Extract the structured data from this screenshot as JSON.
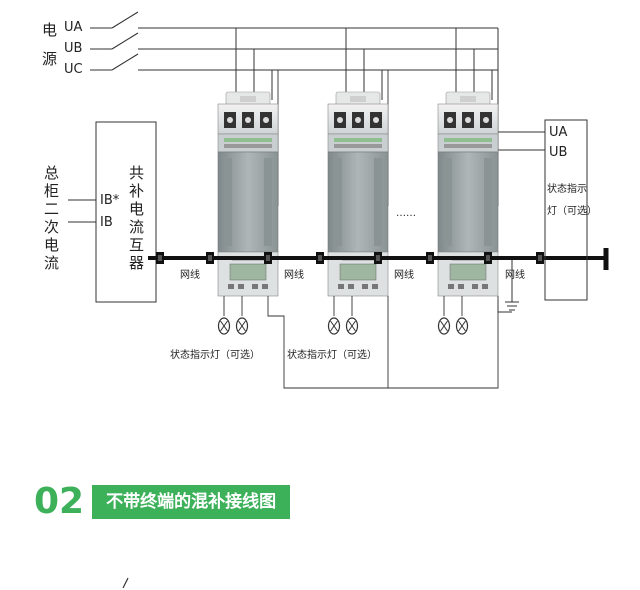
{
  "source": {
    "label_chars": [
      "电",
      "源"
    ],
    "phases": [
      "UA",
      "UB",
      "UC"
    ]
  },
  "left_panel": {
    "vertical_text": [
      "总",
      "柜",
      "二",
      "次",
      "电",
      "流"
    ],
    "ib_star": "IB*",
    "ib": "IB",
    "ct_text": [
      "共",
      "补",
      "电",
      "流",
      "互",
      "器"
    ]
  },
  "network_label": "网线",
  "dots": "……",
  "right_panel": {
    "ua": "UA",
    "ub": "UB",
    "status_line1": "状态指示",
    "status_line2": "灯（可选）"
  },
  "status_lamp_label": "状态指示灯（可选）",
  "section": {
    "number": "02",
    "title": "不带终端的混补接线图"
  },
  "colors": {
    "accent": "#3db05a",
    "line": "#333333",
    "cable": "#111111",
    "device_body": "#9aa3a4"
  },
  "icons": [
    "capacitor-device",
    "lamp-icon",
    "ground-icon",
    "switch-icon"
  ]
}
